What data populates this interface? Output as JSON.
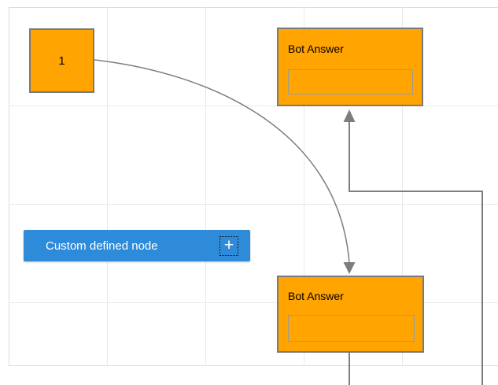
{
  "diagram": {
    "nodes": {
      "start": {
        "label": "1"
      },
      "bot_answer_top": {
        "title": "Bot Answer",
        "field_value": ""
      },
      "bot_answer_bottom": {
        "title": "Bot Answer",
        "field_value": ""
      },
      "custom": {
        "label": "Custom defined node",
        "icon": "add-icon",
        "icon_glyph": "+"
      }
    },
    "connectors": [
      {
        "from": "start",
        "to": "bot_answer_bottom",
        "type": "bezier",
        "arrow": "target"
      },
      {
        "from": "bot_answer_bottom",
        "to": "bot_answer_top",
        "type": "orthogonal",
        "arrow": "target"
      }
    ]
  },
  "theme": {
    "canvas_bg": "#FFFFFF",
    "grid_line": "#E8E8E8",
    "grid_border": "#DCDCDC",
    "node_fill": "#FFA400",
    "node_border": "#7A7A7A",
    "inner_box_border": "#9A9A9A",
    "node_text": "#000000",
    "button_fill": "#2E8BD9",
    "button_text": "#FFFFFF",
    "connector_color": "#7D7D7D"
  }
}
